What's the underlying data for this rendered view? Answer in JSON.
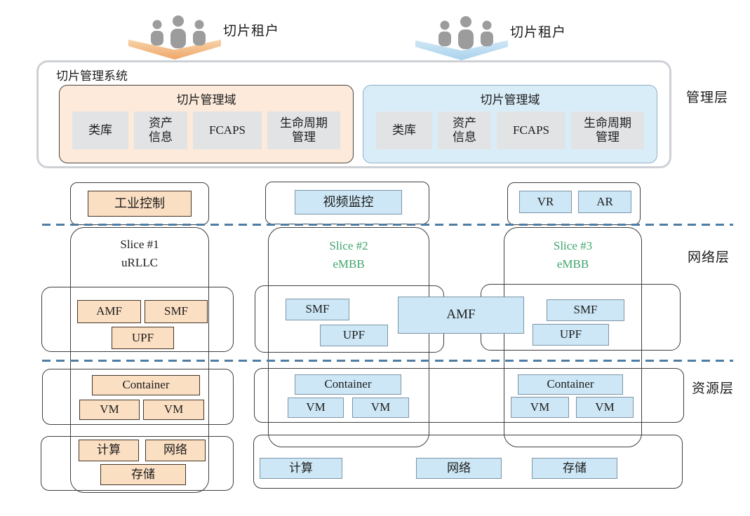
{
  "colors": {
    "orange_fill": "#fbdfc3",
    "orange_domain_fill": "#fdeadb",
    "blue_fill": "#cde7f6",
    "blue_domain_fill": "#d9edf9",
    "gray_item_fill": "#e2e3e5",
    "green_slice_text": "#3fa56b",
    "dashed_separator": "#4f7ca0",
    "people_gray": "#9c9c9c"
  },
  "tenants": [
    {
      "label": "切片租户"
    },
    {
      "label": "切片租户"
    }
  ],
  "layers": {
    "management": "管理层",
    "network": "网络层",
    "resource": "资源层"
  },
  "management": {
    "system_title": "切片管理系统",
    "domains": [
      {
        "title": "切片管理域",
        "items": [
          "类库",
          "资产\n信息",
          "FCAPS",
          "生命周期\n管理"
        ]
      },
      {
        "title": "切片管理域",
        "items": [
          "类库",
          "资产\n信息",
          "FCAPS",
          "生命周期\n管理"
        ]
      }
    ]
  },
  "slices": [
    {
      "name": "Slice #1",
      "type": "uRLLC",
      "apps": [
        "工业控制"
      ],
      "nfs": {
        "amf": "AMF",
        "smf": "SMF",
        "upf": "UPF"
      }
    },
    {
      "name": "Slice #2",
      "type": "eMBB",
      "apps": [
        "视频监控"
      ],
      "nfs": {
        "smf": "SMF",
        "upf": "UPF"
      }
    },
    {
      "name": "Slice #3",
      "type": "eMBB",
      "apps": [
        "VR",
        "AR"
      ],
      "nfs": {
        "smf": "SMF",
        "upf": "UPF"
      }
    }
  ],
  "shared_nf": {
    "label": "AMF"
  },
  "resources": {
    "slice1": {
      "virtual": [
        "Container",
        "VM",
        "VM"
      ],
      "infra": [
        "计算",
        "网络",
        "存储"
      ]
    },
    "slice2_virtual": [
      "Container",
      "VM",
      "VM"
    ],
    "slice3_virtual": [
      "Container",
      "VM",
      "VM"
    ],
    "shared_infra": [
      "计算",
      "网络",
      "存储"
    ]
  }
}
